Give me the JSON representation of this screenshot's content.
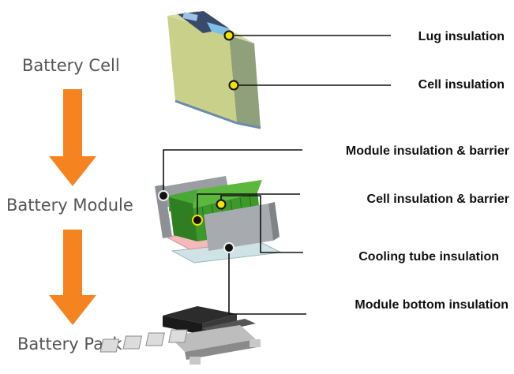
{
  "stages": [
    {
      "id": "cell",
      "label": "Battery Cell"
    },
    {
      "id": "module",
      "label": "Battery Module"
    },
    {
      "id": "pack",
      "label": "Battery Pack"
    }
  ],
  "callouts": [
    {
      "id": "lug",
      "label": "Lug insulation",
      "marker_color": "#f2e200"
    },
    {
      "id": "cell-ins",
      "label": "Cell insulation",
      "marker_color": "#f2e200"
    },
    {
      "id": "module-ins",
      "label": "Module insulation & barrier",
      "marker_color": "#111111"
    },
    {
      "id": "cell-ins-barrier",
      "label": "Cell insulation & barrier",
      "marker_color": "#f2e200"
    },
    {
      "id": "cooling",
      "label": "Cooling tube insulation",
      "marker_color": "#111111"
    },
    {
      "id": "bottom",
      "label": "Module bottom insulation",
      "marker_color": "#111111"
    }
  ],
  "colors": {
    "arrow": "#f58420",
    "cell_body": "#c9d08a",
    "cell_module_green": "#3d9a2a",
    "barrier_gray": "#9a9ea3",
    "cooling_pink": "#f5b9b9",
    "bottom_blue": "#cfe3e6"
  }
}
